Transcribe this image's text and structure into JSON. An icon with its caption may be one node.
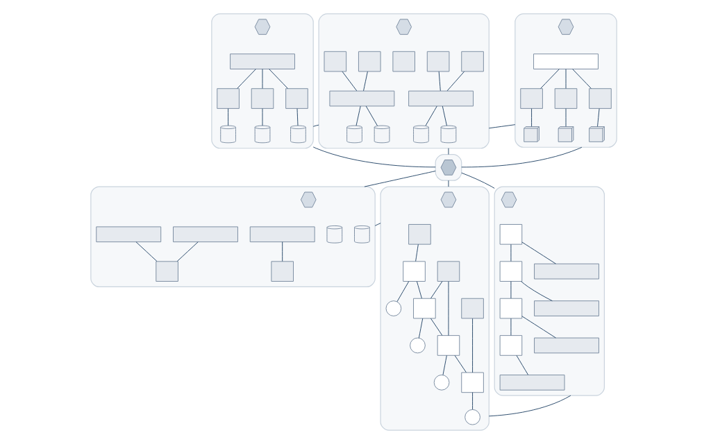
{
  "diagram": {
    "nodes": [
      {
        "text": [],
        "shape": "box"
      },
      {
        "text": [],
        "shape": "hexagon",
        "in": 0
      },
      {
        "text": [],
        "shape": "box"
      },
      {
        "text": [],
        "shape": "hexagon",
        "in": 2
      },
      {
        "text": [],
        "shape": "bar",
        "in": 2
      },
      {
        "text": [],
        "shape": "box",
        "in": 2
      },
      {
        "text": [],
        "shape": "box",
        "in": 2
      },
      {
        "text": [],
        "shape": "box",
        "in": 2
      },
      {
        "text": [],
        "shape": "cylinder",
        "in": 2
      },
      {
        "text": [],
        "shape": "cylinder",
        "in": 2
      },
      {
        "text": [],
        "shape": "cylinder",
        "in": 2
      },
      {
        "text": [],
        "shape": "box"
      },
      {
        "text": [],
        "shape": "hexagon",
        "in": 11
      },
      {
        "text": [],
        "shape": "box",
        "in": 11
      },
      {
        "text": [],
        "shape": "box",
        "in": 11
      },
      {
        "text": [],
        "shape": "box",
        "in": 11
      },
      {
        "text": [],
        "shape": "box",
        "in": 11
      },
      {
        "text": [],
        "shape": "box",
        "in": 11
      },
      {
        "text": [],
        "shape": "bar",
        "in": 11
      },
      {
        "text": [],
        "shape": "bar",
        "in": 11
      },
      {
        "text": [],
        "shape": "cylinder",
        "in": 11
      },
      {
        "text": [],
        "shape": "cylinder",
        "in": 11
      },
      {
        "text": [],
        "shape": "cylinder",
        "in": 11
      },
      {
        "text": [],
        "shape": "cylinder",
        "in": 11
      },
      {
        "text": [],
        "shape": "box"
      },
      {
        "text": [],
        "shape": "hexagon",
        "in": 24
      },
      {
        "text": [],
        "shape": "bar",
        "in": 24
      },
      {
        "text": [],
        "shape": "box",
        "in": 24
      },
      {
        "text": [],
        "shape": "box",
        "in": 24
      },
      {
        "text": [],
        "shape": "box",
        "in": 24
      },
      {
        "text": [],
        "shape": "cube",
        "in": 24
      },
      {
        "text": [],
        "shape": "cube",
        "in": 24
      },
      {
        "text": [],
        "shape": "cube",
        "in": 24
      },
      {
        "text": [],
        "shape": "box"
      },
      {
        "text": [],
        "shape": "hexagon",
        "in": 33
      },
      {
        "text": [],
        "shape": "bar",
        "in": 33
      },
      {
        "text": [],
        "shape": "bar",
        "in": 33
      },
      {
        "text": [],
        "shape": "bar",
        "in": 33
      },
      {
        "text": [],
        "shape": "box",
        "in": 33
      },
      {
        "text": [],
        "shape": "box",
        "in": 33
      },
      {
        "text": [],
        "shape": "cylinder",
        "in": 33
      },
      {
        "text": [],
        "shape": "cylinder",
        "in": 33
      },
      {
        "text": [],
        "shape": "box"
      },
      {
        "text": [],
        "shape": "hexagon",
        "in": 42
      },
      {
        "text": [],
        "shape": "box",
        "in": 42
      },
      {
        "text": [],
        "shape": "box",
        "in": 42
      },
      {
        "text": [],
        "shape": "box",
        "in": 42
      },
      {
        "text": [],
        "shape": "box",
        "in": 42
      },
      {
        "text": [],
        "shape": "box",
        "in": 42
      },
      {
        "text": [],
        "shape": "box",
        "in": 42
      },
      {
        "text": [],
        "shape": "box",
        "in": 42
      },
      {
        "text": [],
        "shape": "circle",
        "in": 42
      },
      {
        "text": [],
        "shape": "circle",
        "in": 42
      },
      {
        "text": [],
        "shape": "circle",
        "in": 42
      },
      {
        "text": [],
        "shape": "circle",
        "in": 42
      },
      {
        "text": [],
        "shape": "box"
      },
      {
        "text": [],
        "shape": "hexagon",
        "in": 55
      },
      {
        "text": [],
        "shape": "box",
        "in": 55
      },
      {
        "text": [],
        "shape": "box",
        "in": 55
      },
      {
        "text": [],
        "shape": "box",
        "in": 55
      },
      {
        "text": [],
        "shape": "box",
        "in": 55
      },
      {
        "text": [],
        "shape": "bar",
        "in": 55
      },
      {
        "text": [],
        "shape": "bar",
        "in": 55
      },
      {
        "text": [],
        "shape": "bar",
        "in": 55
      },
      {
        "text": [],
        "shape": "bar",
        "in": 55
      }
    ],
    "edges": [
      {
        "from": 4,
        "to": 5,
        "arrow": "none"
      },
      {
        "from": 4,
        "to": 6,
        "arrow": "none"
      },
      {
        "from": 4,
        "to": 7,
        "arrow": "none"
      },
      {
        "from": 5,
        "to": 8,
        "arrow": "none"
      },
      {
        "from": 6,
        "to": 9,
        "arrow": "none"
      },
      {
        "from": 7,
        "to": 10,
        "arrow": "none"
      },
      {
        "from": 13,
        "to": 18,
        "arrow": "none"
      },
      {
        "from": 14,
        "to": 18,
        "arrow": "none"
      },
      {
        "from": 16,
        "to": 19,
        "arrow": "none"
      },
      {
        "from": 17,
        "to": 19,
        "arrow": "none"
      },
      {
        "from": 18,
        "to": 20,
        "arrow": "none"
      },
      {
        "from": 18,
        "to": 21,
        "arrow": "none"
      },
      {
        "from": 19,
        "to": 22,
        "arrow": "none"
      },
      {
        "from": 19,
        "to": 23,
        "arrow": "none"
      },
      {
        "from": 26,
        "to": 27,
        "arrow": "none"
      },
      {
        "from": 26,
        "to": 28,
        "arrow": "none"
      },
      {
        "from": 26,
        "to": 29,
        "arrow": "none"
      },
      {
        "from": 27,
        "to": 30,
        "arrow": "none"
      },
      {
        "from": 28,
        "to": 31,
        "arrow": "none"
      },
      {
        "from": 29,
        "to": 32,
        "arrow": "none"
      },
      {
        "from": 35,
        "to": 38,
        "arrow": "none"
      },
      {
        "from": 36,
        "to": 38,
        "arrow": "none"
      },
      {
        "from": 37,
        "to": 39,
        "arrow": "none"
      },
      {
        "from": 44,
        "to": 47,
        "arrow": "none"
      },
      {
        "from": 45,
        "to": 48,
        "arrow": "none"
      },
      {
        "from": 45,
        "to": 49,
        "arrow": "none"
      },
      {
        "from": 46,
        "to": 50,
        "arrow": "none"
      },
      {
        "from": 47,
        "to": 48,
        "arrow": "none"
      },
      {
        "from": 48,
        "to": 49,
        "arrow": "none"
      },
      {
        "from": 49,
        "to": 50,
        "arrow": "none"
      },
      {
        "from": 47,
        "to": 51,
        "arrow": "none"
      },
      {
        "from": 48,
        "to": 52,
        "arrow": "none"
      },
      {
        "from": 49,
        "to": 53,
        "arrow": "none"
      },
      {
        "from": 50,
        "to": 54,
        "arrow": "none"
      },
      {
        "from": 57,
        "to": 61,
        "arrow": "none"
      },
      {
        "from": 58,
        "to": 62,
        "arrow": "none"
      },
      {
        "from": 59,
        "to": 63,
        "arrow": "none"
      },
      {
        "from": 60,
        "to": 64,
        "arrow": "none"
      },
      {
        "from": 57,
        "to": 58,
        "arrow": "none"
      },
      {
        "from": 58,
        "to": 59,
        "arrow": "none"
      },
      {
        "from": 59,
        "to": 60,
        "arrow": "none"
      },
      {
        "from": 2,
        "to": 11,
        "arrow": "none"
      },
      {
        "from": 11,
        "to": 24,
        "arrow": "none"
      },
      {
        "from": 2,
        "to": 0,
        "arrow": "none"
      },
      {
        "from": 11,
        "to": 0,
        "arrow": "none"
      },
      {
        "from": 24,
        "to": 0,
        "arrow": "none"
      },
      {
        "from": 0,
        "to": 33,
        "arrow": "none"
      },
      {
        "from": 0,
        "to": 42,
        "arrow": "none"
      },
      {
        "from": 0,
        "to": 55,
        "arrow": "none"
      },
      {
        "from": 33,
        "to": 42,
        "arrow": "none"
      },
      {
        "from": 42,
        "to": 55,
        "arrow": "none"
      }
    ]
  }
}
